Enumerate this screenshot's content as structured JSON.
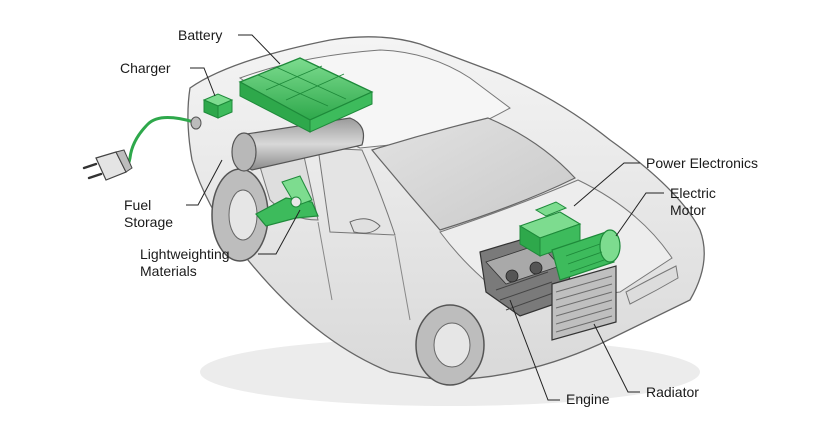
{
  "labels": {
    "battery": "Battery",
    "charger": "Charger",
    "fuel_storage": [
      "Fuel",
      "Storage"
    ],
    "lightweighting": [
      "Lightweighting",
      "Materials"
    ],
    "power_electronics": "Power Electronics",
    "electric_motor": [
      "Electric",
      "Motor"
    ],
    "engine": "Engine",
    "radiator": "Radiator"
  },
  "colors": {
    "component_green": "#3dbb5c",
    "component_green_dark": "#1e8a3a",
    "car_body": "#eaeaea",
    "outline": "#555555"
  },
  "icons": {
    "plug": "plug-icon"
  }
}
